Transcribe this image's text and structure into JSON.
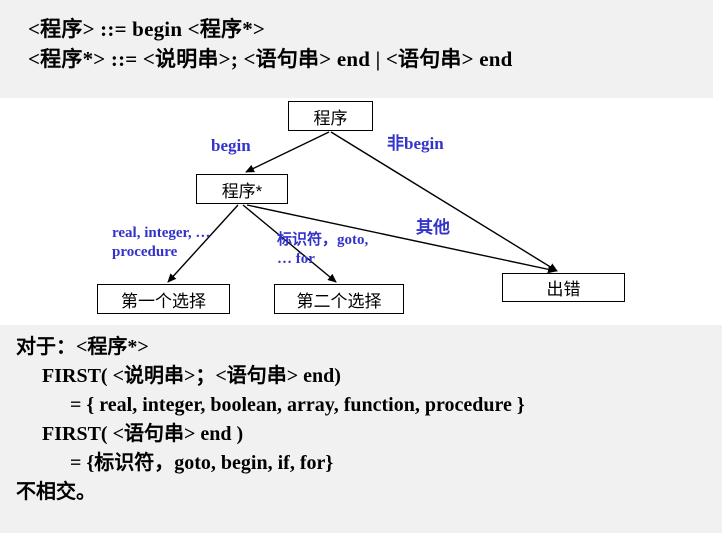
{
  "grammar": {
    "lines": [
      "<程序> ::= begin <程序*>",
      "<程序*> ::= <说明串>; <语句串> end | <语句串> end"
    ]
  },
  "diagram": {
    "nodes": {
      "program": "程序",
      "program_star": "程序*",
      "choice_1": "第一个选择",
      "choice_2": "第二个选择",
      "error": "出错"
    },
    "edge_labels": {
      "begin": "begin",
      "not_begin_cjk": "非",
      "not_begin_latin": "begin",
      "first_set_line1": "real, integer, …",
      "first_set_line2": "procedure",
      "second_set_cjk": "标识符，",
      "second_set_latin": "goto,",
      "second_set_line2": "… for",
      "other": "其他"
    },
    "label_color": "#3333CC",
    "line_color": "#000000",
    "box_border_color": "#000000",
    "box_fill_color": "#ffffff"
  },
  "analysis": {
    "heading_cjk": "对于：",
    "heading_rest": "<程序*>",
    "line_2": "FIRST( <说明串>；<语句串> end)",
    "line_3": "= { real, integer, boolean, array, function, procedure }",
    "line_4": "FIRST( <语句串> end )",
    "line_5": "= {标识符，goto, begin, if, for}",
    "line_6": "不相交。"
  },
  "theme": {
    "panel_background": "#f1f1f1",
    "page_background": "#ffffff",
    "text_color": "#000000"
  }
}
